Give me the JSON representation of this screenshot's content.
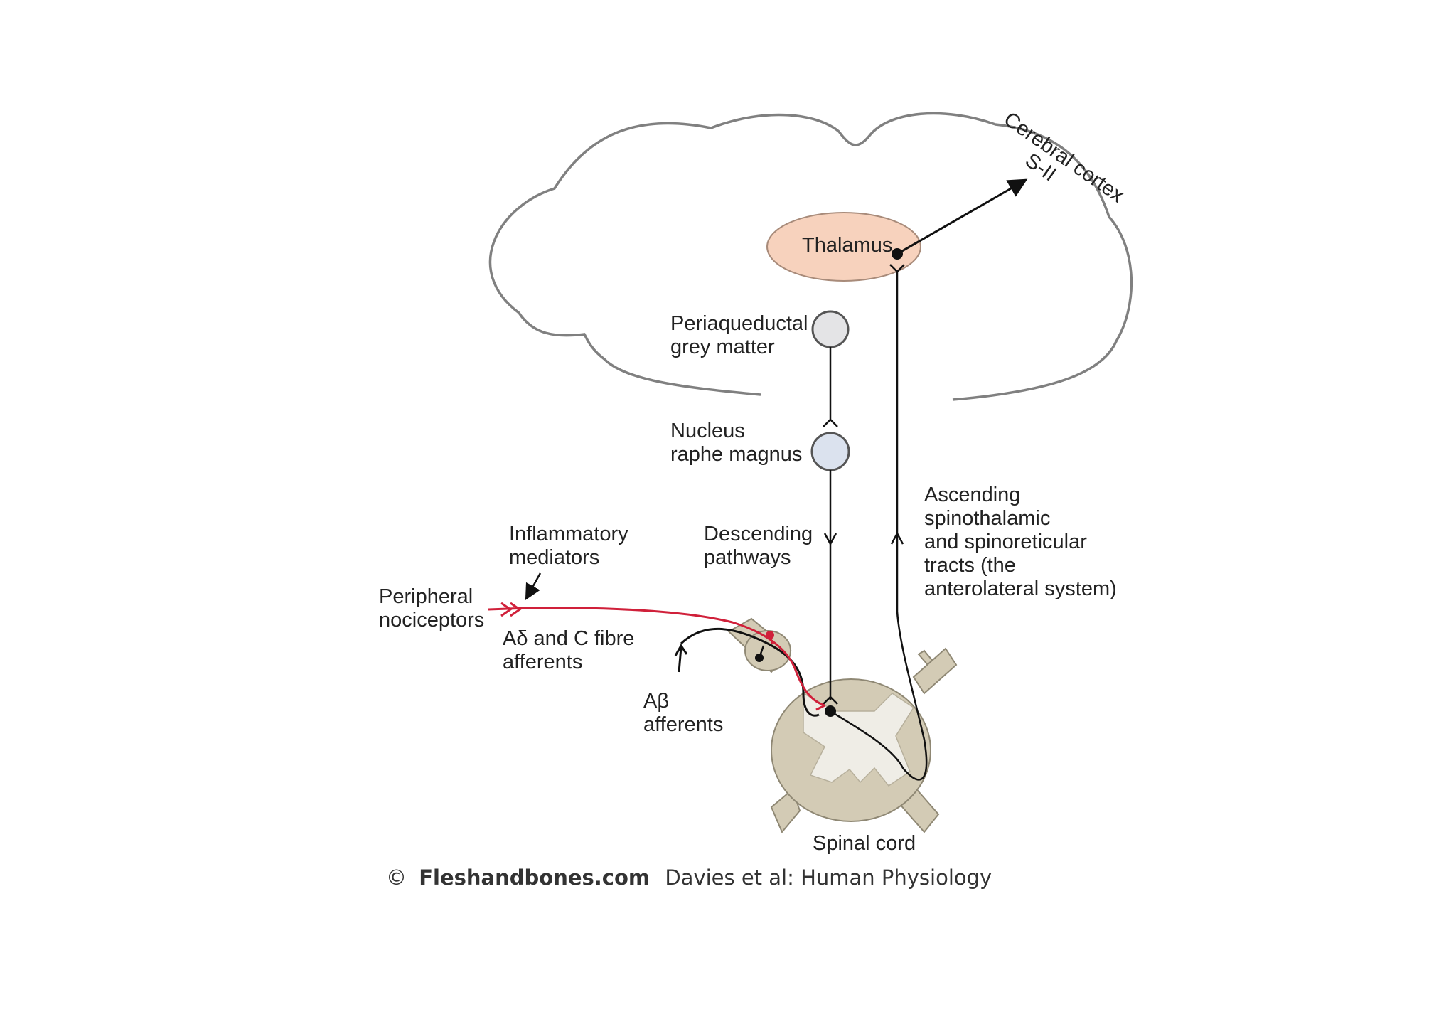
{
  "labels": {
    "cerebral_cortex": "Cerebral cortex",
    "s2": "S-II",
    "thalamus": "Thalamus",
    "pag_line1": "Periaqueductal",
    "pag_line2": "grey matter",
    "nrm_line1": "Nucleus",
    "nrm_line2": "raphe magnus",
    "descending_line1": "Descending",
    "descending_line2": "pathways",
    "ascending_line1": "Ascending",
    "ascending_line2": "spinothalamic",
    "ascending_line3": "and spinoreticular",
    "ascending_line4": "tracts (the",
    "ascending_line5": "anterolateral system)",
    "inflammatory_line1": "Inflammatory",
    "inflammatory_line2": "mediators",
    "peripheral_line1": "Peripheral",
    "peripheral_line2": "nociceptors",
    "adelta_line1": "Aδ and C fibre",
    "adelta_line2": "afferents",
    "abeta_line1": "Aβ",
    "abeta_line2": "afferents",
    "spinal_cord": "Spinal cord"
  },
  "copyright": {
    "symbol": "©",
    "brand": "Fleshandbones.com",
    "text": "Davies et al: Human Physiology"
  },
  "colors": {
    "brain_outline": "#808080",
    "thalamus_fill": "#f7d2bd",
    "pag_fill": "#e4e4e6",
    "nrm_fill": "#dbe2ee",
    "spinal_white_matter": "#d3cbb5",
    "spinal_grey_matter": "#efede6",
    "nociceptor_fibre": "#d0203a",
    "pathway": "#111111"
  }
}
